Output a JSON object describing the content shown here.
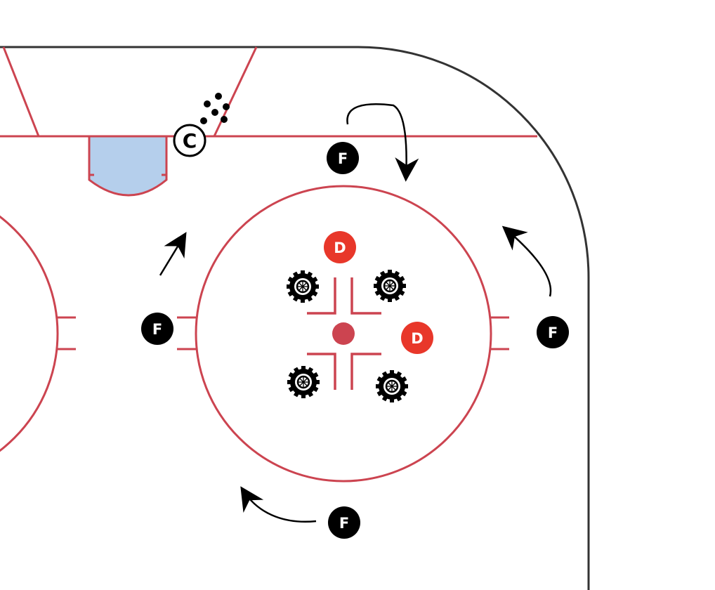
{
  "colors": {
    "boards": "#333333",
    "red_line": "#cc4450",
    "crease_fill": "#b5cfec",
    "forward": "#000000",
    "defense": "#e8372a"
  },
  "players": {
    "forward_label": "F",
    "defense_label": "D",
    "coach_label": "C"
  },
  "icons": [
    "tire-icon",
    "puck-icon",
    "arrow-icon"
  ]
}
